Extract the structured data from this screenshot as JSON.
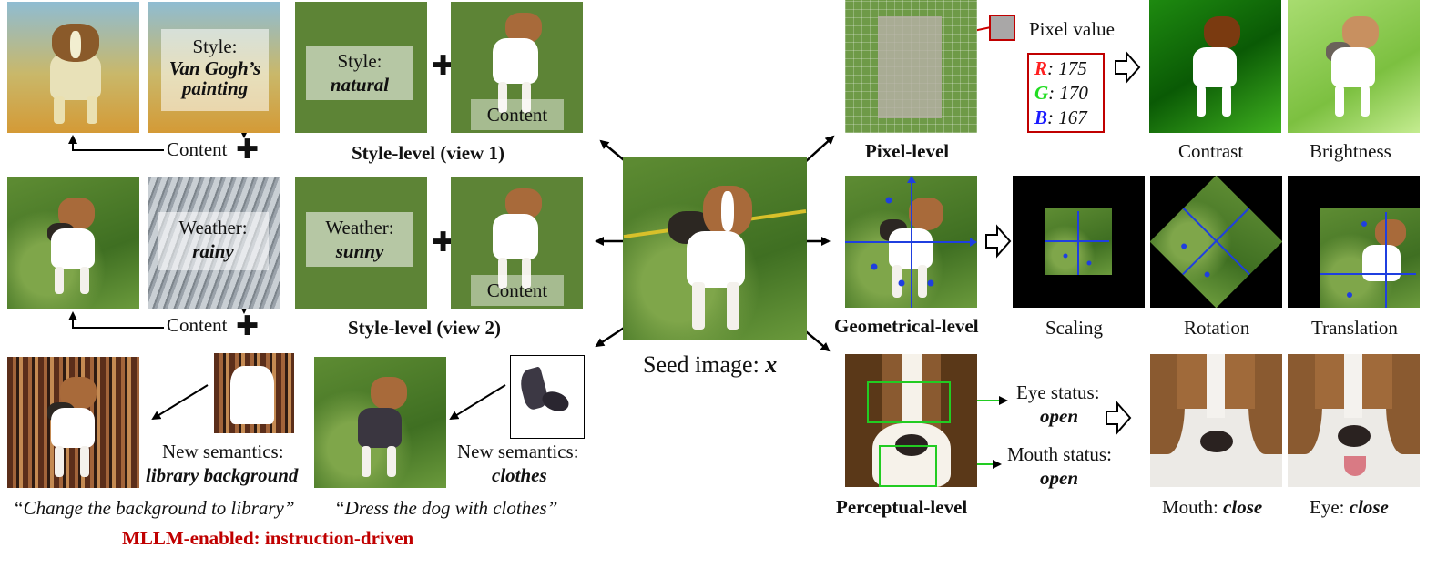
{
  "center": {
    "caption_text": "Seed image: ",
    "caption_var": "x"
  },
  "style_view1": {
    "source_overlay_label": "Style:",
    "source_overlay_value": "Van Gogh’s painting",
    "content_label": "Content",
    "style_overlay_label": "Style:",
    "style_overlay_value": "natural",
    "content_box": "Content",
    "caption": "Style-level (view 1)"
  },
  "style_view2": {
    "source_overlay_label": "Weather:",
    "source_overlay_value": "rainy",
    "content_label": "Content",
    "style_overlay_label": "Weather:",
    "style_overlay_value": "sunny",
    "content_box": "Content",
    "caption": "Style-level (view 2)"
  },
  "semantic": {
    "left_label": "New semantics:",
    "left_value": "library background",
    "left_quote": "“Change the background to library”",
    "right_label": "New semantics:",
    "right_value": "clothes",
    "right_quote": "“Dress the dog with clothes”",
    "footer": "MLLM-enabled: instruction-driven"
  },
  "pixel": {
    "caption": "Pixel-level",
    "value_label": "Pixel value",
    "r_label": "R",
    "r_value": ": 175",
    "g_label": "G",
    "g_value": ": 170",
    "b_label": "B",
    "b_value": ": 167",
    "out1": "Contrast",
    "out2": "Brightness",
    "swatch_color": "#a9a7a7"
  },
  "geometric": {
    "caption": "Geometrical-level",
    "out1": "Scaling",
    "out2": "Rotation",
    "out3": "Translation"
  },
  "perceptual": {
    "caption": "Perceptual-level",
    "eye_label": "Eye status:",
    "eye_value": "open",
    "mouth_label": "Mouth status:",
    "mouth_value": "open",
    "out1_label": "Mouth: ",
    "out1_value": "close",
    "out2_label": "Eye: ",
    "out2_value": "close"
  },
  "colors": {
    "r": "#ff2020",
    "g": "#22dd22",
    "b": "#1a1aff",
    "footer": "#c00000",
    "axis": "#1f3fe0",
    "box": "#22cc22",
    "panel_border": "#c00000"
  }
}
